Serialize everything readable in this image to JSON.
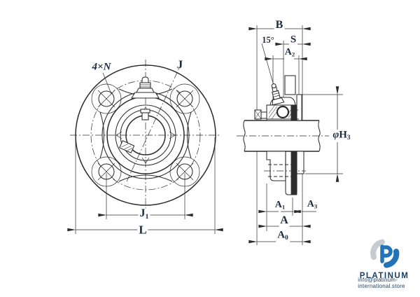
{
  "front_view": {
    "bolt_count_label": "4×N",
    "bolt_circle_label": "J",
    "bolt_spacing": {
      "base": "J",
      "sub": "1"
    },
    "outer_dia_label": "L"
  },
  "side_view": {
    "width_label": "B",
    "angle_label": "15°",
    "s_label": "S",
    "a2": {
      "base": "A",
      "sub": "2"
    },
    "h3": {
      "phi": "φ",
      "base": "H",
      "sub": "3"
    },
    "a1": {
      "base": "A",
      "sub": "1"
    },
    "a3": {
      "base": "A",
      "sub": "3"
    },
    "a_label": "A",
    "a0": {
      "base": "A",
      "sub": "0"
    }
  },
  "branding": {
    "company": "PLATINUM",
    "email": "info@platinum-international.store"
  },
  "colors": {
    "line": "#2b2b2b",
    "label": "#1e2a3e",
    "logo_blue": "#2273b8",
    "logo_gray": "#c6cbd1",
    "brand_navy": "#1c3f66"
  }
}
